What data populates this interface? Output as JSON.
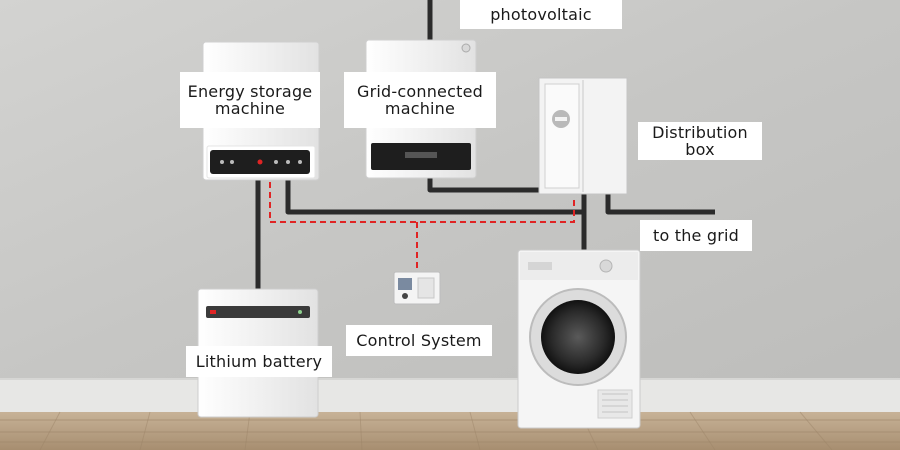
{
  "labels": {
    "photovoltaic": "photovoltaic",
    "energy_storage": [
      "Energy storage",
      "machine"
    ],
    "grid_connected": [
      "Grid-connected",
      "machine"
    ],
    "distribution_box": [
      "Distribution",
      "box"
    ],
    "to_the_grid": "to the grid",
    "control_system": "Control System",
    "lithium_battery": "Lithium battery"
  },
  "colors": {
    "wall": "#c9c9c7",
    "floor": "#b39a7c",
    "baseboard": "#e9e9e7",
    "power_cable": "#2b2b2b",
    "signal_line": "#e02424",
    "device_body": "#f2f2f2",
    "display_panel": "#1e1e1e"
  }
}
